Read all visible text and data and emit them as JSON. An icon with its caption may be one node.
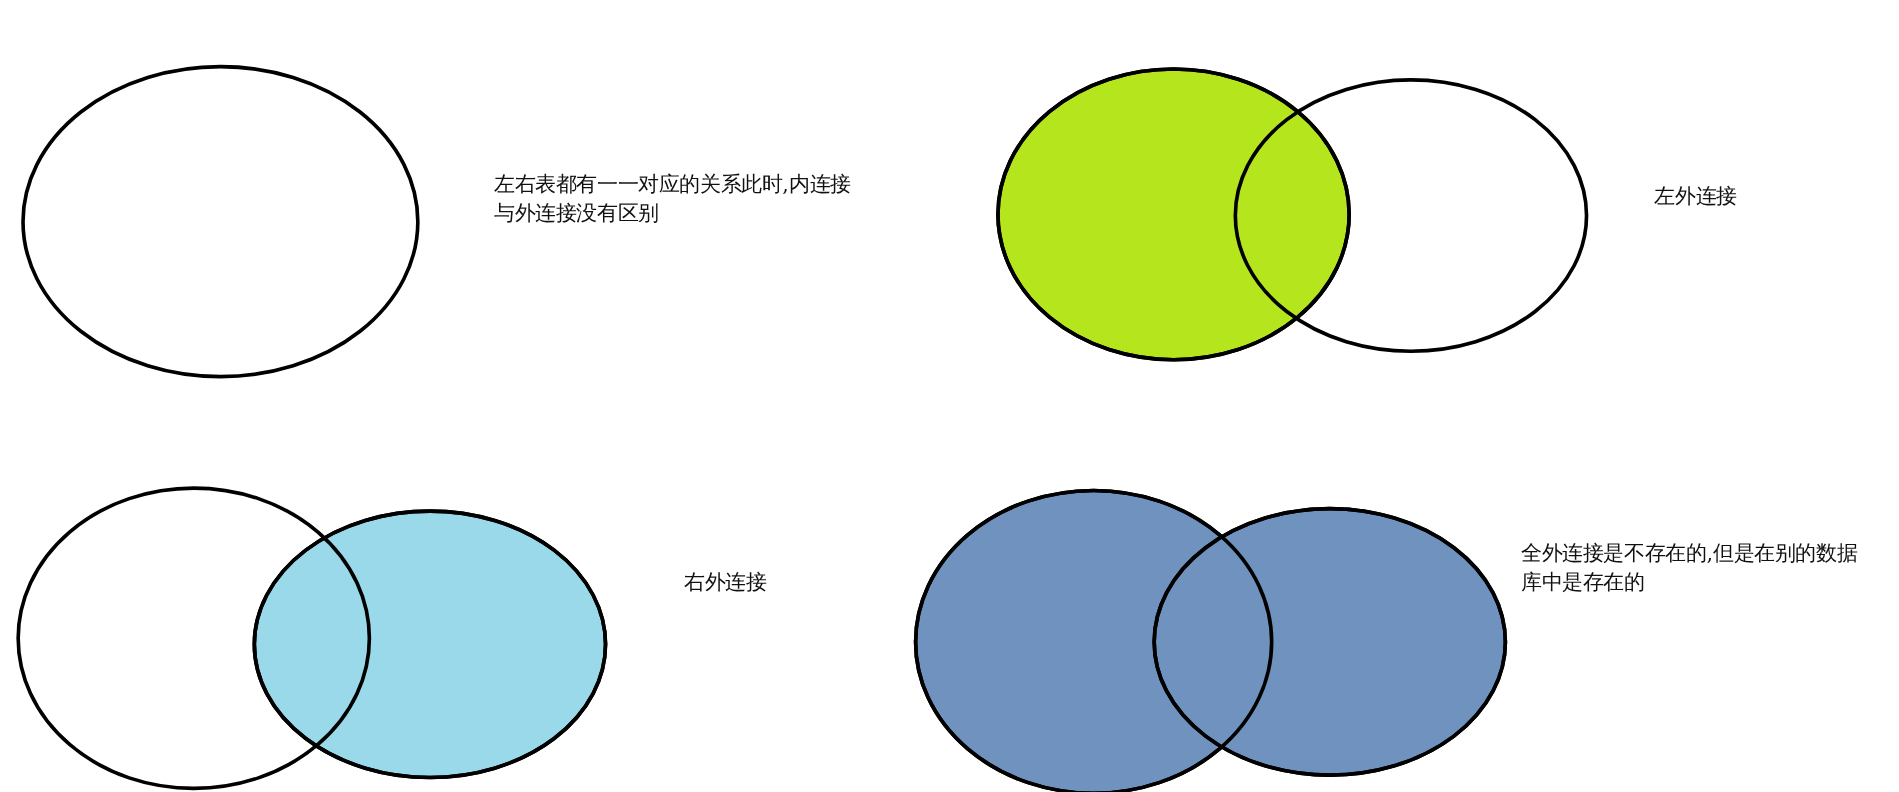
{
  "diagram": {
    "nodes": [
      {
        "text": [],
        "shape": "ellipse",
        "beside": [
          "左右表都有一一对应的关系此时,内连接与外连接没有区别"
        ]
      },
      {
        "text": [],
        "shape": "ellipse"
      },
      {
        "text": [],
        "shape": "ellipse",
        "beside": [
          "左外连接"
        ]
      },
      {
        "text": [],
        "shape": "ellipse"
      },
      {
        "text": [],
        "shape": "ellipse",
        "beside": [
          "右外连接"
        ]
      },
      {
        "text": [],
        "shape": "ellipse"
      },
      {
        "text": [],
        "shape": "ellipse",
        "beside": [
          "全外连接是不存在的,但是在别的数据库中是存在的"
        ]
      }
    ]
  }
}
